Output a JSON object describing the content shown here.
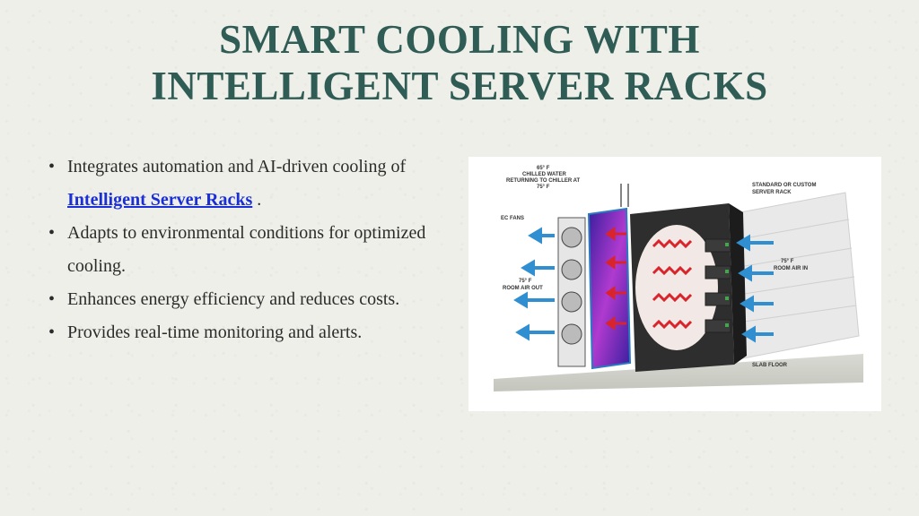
{
  "slide": {
    "title_line1": "SMART COOLING WITH",
    "title_line2": "INTELLIGENT SERVER RACKS",
    "bullets": [
      {
        "prefix": "Integrates automation and AI-driven cooling of ",
        "link": "Intelligent Server Racks",
        "suffix": " ."
      },
      {
        "text": "Adapts to environmental conditions for optimized cooling."
      },
      {
        "text": "Enhances energy efficiency and reduces costs."
      },
      {
        "text": "Provides real-time monitoring and alerts."
      }
    ],
    "bullet_symbol": "•"
  },
  "diagram": {
    "labels": {
      "chilled_water_1": "65° F",
      "chilled_water_2": "CHILLED WATER",
      "chilled_water_3": "RETURNING TO CHILLER AT",
      "chilled_water_4": "75° F",
      "rack_1": "STANDARD OR CUSTOM",
      "rack_2": "SERVER RACK",
      "ec_fans": "EC FANS",
      "air_in_1": "75° F",
      "air_in_2": "ROOM AIR IN",
      "air_out_1": "75° F",
      "air_out_2": "ROOM AIR OUT",
      "slab": "SLAB FLOOR"
    },
    "colors": {
      "cold_arrow": "#2f8fd0",
      "hot_arrow": "#d8242a",
      "coil": "#5a2db0",
      "rack": "#2e2e2e"
    }
  }
}
